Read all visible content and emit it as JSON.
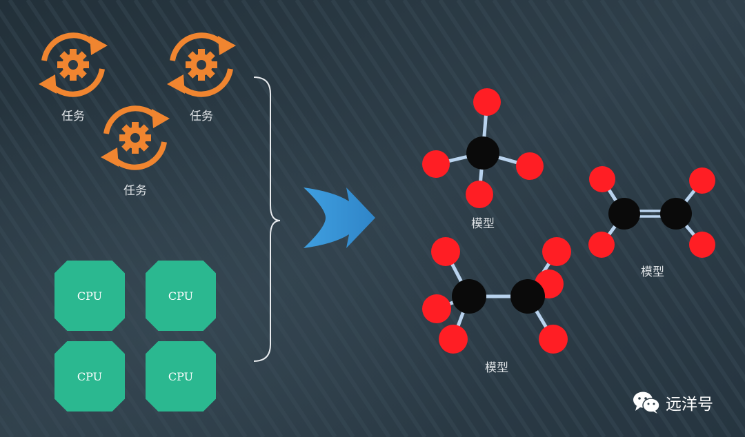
{
  "tasks": [
    {
      "label": "任务"
    },
    {
      "label": "任务"
    },
    {
      "label": "任务"
    }
  ],
  "cpus": [
    {
      "label": "CPU"
    },
    {
      "label": "CPU"
    },
    {
      "label": "CPU"
    },
    {
      "label": "CPU"
    }
  ],
  "models": [
    {
      "label": "模型"
    },
    {
      "label": "模型"
    },
    {
      "label": "模型"
    }
  ],
  "watermark": {
    "text": "远洋号"
  },
  "icons": {
    "task": "gear-refresh-icon",
    "arrow": "right-arrow-icon",
    "brace": "curly-brace-icon",
    "molecule": "molecule-icon",
    "watermark": "wechat-icon"
  },
  "colors": {
    "background": "#2c3b45",
    "task_orange": "#f08530",
    "cpu_green": "#2bb890",
    "arrow_blue": "#3a93d4",
    "atom_red": "#ff1e24",
    "atom_black": "#0a0a0a",
    "bond": "#b9d3ee"
  }
}
